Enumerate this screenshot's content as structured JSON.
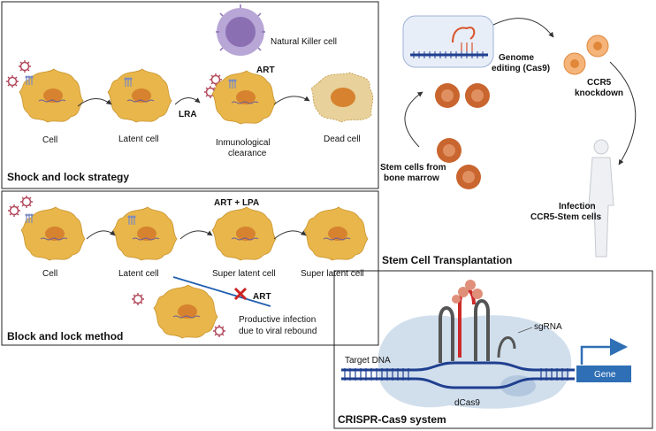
{
  "panel_shock": {
    "title": "Shock and lock strategy",
    "nk_label": "Natural Killer cell",
    "art_label": "ART",
    "lra_label": "LRA",
    "cells": [
      "Cell",
      "Latent cell",
      "Inmunological",
      "clearance",
      "Dead cell"
    ]
  },
  "panel_block": {
    "title": "Block and lock method",
    "art_lpa_label": "ART + LPA",
    "cells": [
      "Cell",
      "Latent cell",
      "Super latent cell",
      "Super latent cell"
    ],
    "art_label": "ART",
    "rebound_lines": [
      "Productive infection",
      "due to viral rebound"
    ]
  },
  "panel_stem": {
    "title": "Stem Cell Transplantation",
    "genome_lines": [
      "Genome",
      "editing (Cas9)"
    ],
    "ccr5_lines": [
      "CCR5",
      "knockdown"
    ],
    "stem_lines": [
      "Stem cells from",
      "bone marrow"
    ],
    "infection_lines": [
      "Infection",
      "CCR5-Stem cells"
    ]
  },
  "panel_crispr": {
    "title": "CRISPR-Cas9 system",
    "target_dna": "Target DNA",
    "sgrna": "sgRNA",
    "dcas9": "dCas9",
    "gene": "Gene"
  },
  "colors": {
    "cell_fill": "#e8b64a",
    "nucleus": "#d6822f",
    "virus": "#b2495c",
    "stem_outer": "#c9652e",
    "dna_blue": "#1f3f8f",
    "gene_box": "#2f6fb5",
    "cas9": "#c9d9ea",
    "nk_fill": "#8b6fb3",
    "dead_cell": "#e8d19a",
    "block_x": "#cc2222"
  }
}
